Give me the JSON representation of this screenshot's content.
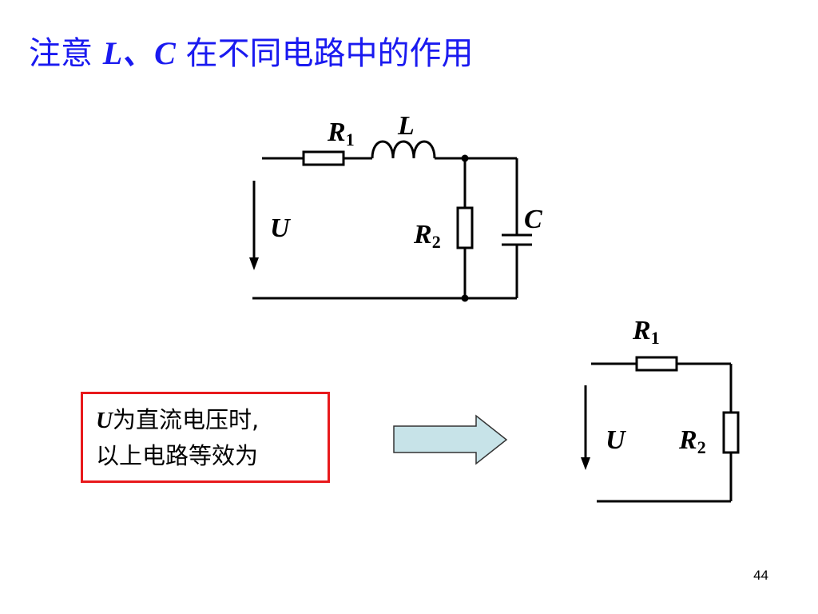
{
  "title": {
    "prefix": "注意 ",
    "vars": "L、C",
    "suffix": " 在不同电路中的作用"
  },
  "circuit1": {
    "r1_label": "R",
    "r1_sub": "1",
    "l_label": "L",
    "c_label": "C",
    "r2_label": "R",
    "r2_sub": "2",
    "u_label": "U"
  },
  "note": {
    "var": "U",
    "line1": "为直流电压时,",
    "line2": "以上电路等效为"
  },
  "circuit2": {
    "r1_label": "R",
    "r1_sub": "1",
    "r2_label": "R",
    "r2_sub": "2",
    "u_label": "U"
  },
  "arrow_color": "#c7e3e8",
  "page_number": "44"
}
